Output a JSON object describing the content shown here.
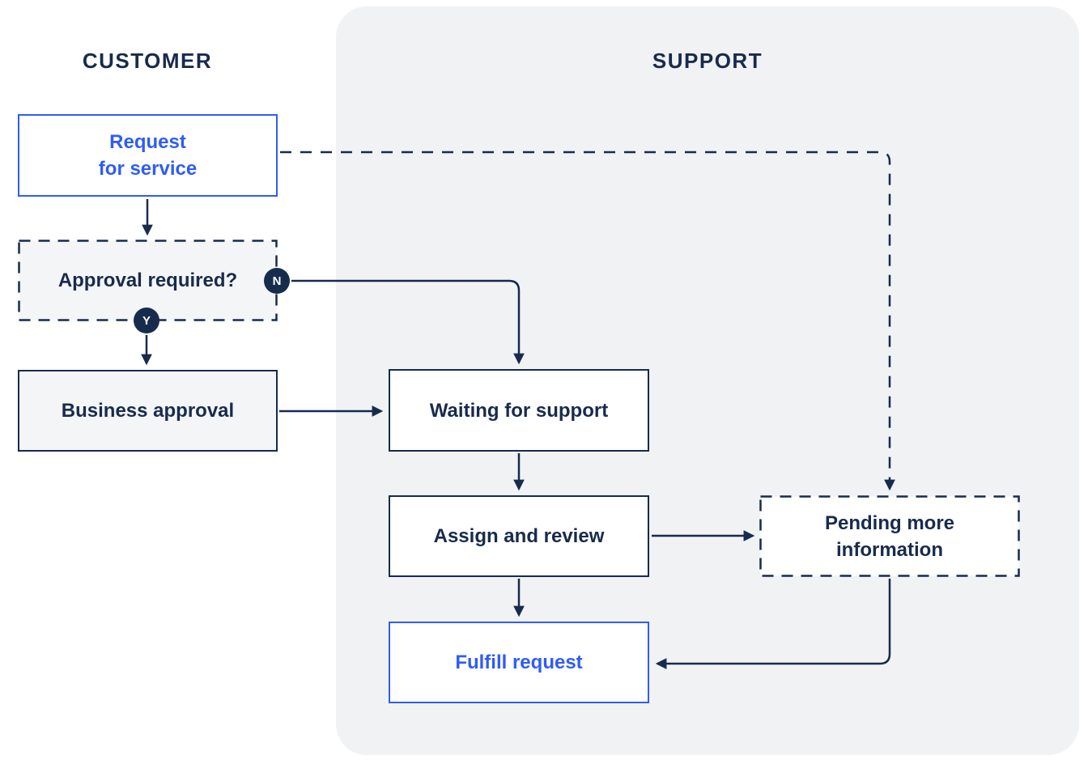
{
  "diagram": {
    "type": "flowchart",
    "lanes": [
      {
        "id": "customer",
        "label": "CUSTOMER"
      },
      {
        "id": "support",
        "label": "SUPPORT"
      }
    ],
    "nodes": [
      {
        "id": "request",
        "lane": "customer",
        "style": "blue-solid",
        "lines": [
          "Request",
          "for service"
        ]
      },
      {
        "id": "approval",
        "lane": "customer",
        "style": "dashed-gray",
        "lines": [
          "Approval required?"
        ]
      },
      {
        "id": "business",
        "lane": "customer",
        "style": "solid-gray",
        "lines": [
          "Business approval"
        ]
      },
      {
        "id": "waiting",
        "lane": "support",
        "style": "solid-white",
        "lines": [
          "Waiting for support"
        ]
      },
      {
        "id": "assign",
        "lane": "support",
        "style": "solid-white",
        "lines": [
          "Assign and review"
        ]
      },
      {
        "id": "pending",
        "lane": "support",
        "style": "dashed-white",
        "lines": [
          "Pending more",
          "information"
        ]
      },
      {
        "id": "fulfill",
        "lane": "support",
        "style": "blue-solid",
        "lines": [
          "Fulfill request"
        ]
      }
    ],
    "badges": {
      "no": "N",
      "yes": "Y"
    },
    "edges": [
      {
        "from": "request",
        "to": "approval",
        "style": "solid"
      },
      {
        "from": "request",
        "to": "pending",
        "style": "dashed"
      },
      {
        "from": "approval",
        "to": "waiting",
        "style": "solid",
        "label": "N"
      },
      {
        "from": "approval",
        "to": "business",
        "style": "solid",
        "label": "Y"
      },
      {
        "from": "business",
        "to": "waiting",
        "style": "solid"
      },
      {
        "from": "waiting",
        "to": "assign",
        "style": "solid"
      },
      {
        "from": "assign",
        "to": "pending",
        "style": "solid"
      },
      {
        "from": "assign",
        "to": "fulfill",
        "style": "solid"
      },
      {
        "from": "pending",
        "to": "fulfill",
        "style": "solid"
      }
    ],
    "colors": {
      "navy": "#172B4D",
      "blue": "#2F5CF6",
      "lane_background": "#F1F2F4",
      "gray_node_fill": "#F4F5F7",
      "white": "#FFFFFF"
    }
  }
}
